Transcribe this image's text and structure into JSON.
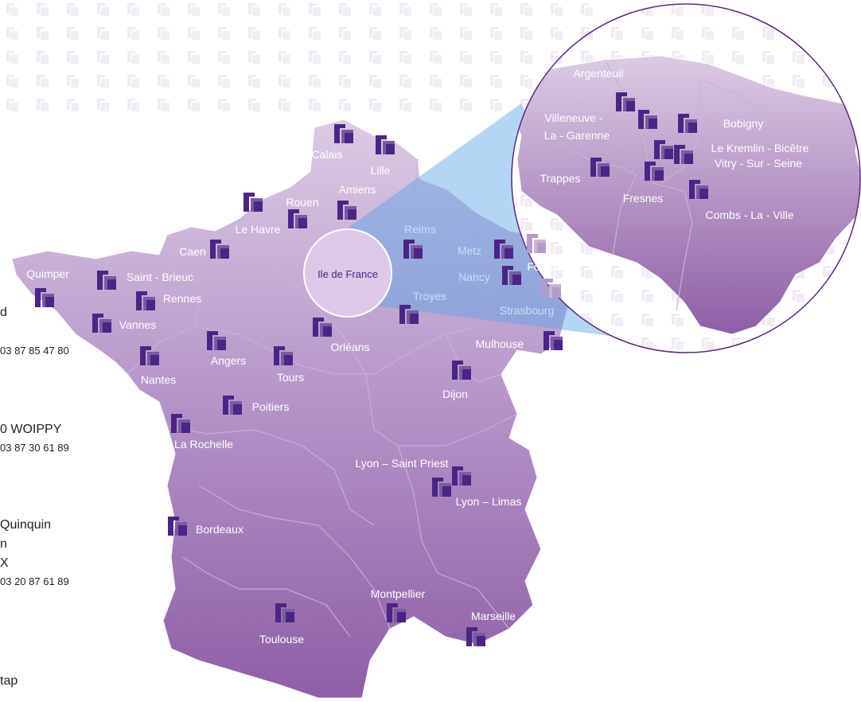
{
  "colors": {
    "map_fill_light": "#d9c6e1",
    "map_fill_dark": "#8b5aa3",
    "border": "#c9b3d6",
    "marker_dark": "#4a2584",
    "marker_light": "#b49ac8",
    "zoom_cone": "#5aa6e8",
    "city_label": "#ffffff",
    "city_label_highlight": "#bde3fb",
    "circle_stroke": "#5a2a7c"
  },
  "sidebar": {
    "fragments": [
      "d",
      "03 87 85 47 80",
      "0 WOIPPY",
      "03 87 30 61 89",
      "Quinquin",
      "n",
      "X",
      "03 20 87 61 89",
      "tap"
    ]
  },
  "map": {
    "region_badge": "Ile de France",
    "cities": [
      "Calais",
      "Lille",
      "Amiens",
      "Rouen",
      "Le Havre",
      "Caen",
      "Quimper",
      "Saint - Brieuc",
      "Rennes",
      "Vannes",
      "Nantes",
      "Angers",
      "Tours",
      "Orléans",
      "Poitiers",
      "La Rochelle",
      "Bordeaux",
      "Toulouse",
      "Montpellier",
      "Marseille",
      "Lyon – Saint Priest",
      "Lyon – Limas",
      "Dijon",
      "Mulhouse",
      "Strasbourg",
      "Forbach",
      "Metz",
      "Nancy",
      "Reims",
      "Troyes"
    ],
    "zoom": {
      "cities": [
        "Argenteuil",
        "Villeneuve -",
        "La - Garenne",
        "Bobigny",
        "Le Kremlin - Bicêtre",
        "Vitry - Sur - Seine",
        "Trappes",
        "Fresnes",
        "Combs - La - Ville"
      ]
    }
  }
}
